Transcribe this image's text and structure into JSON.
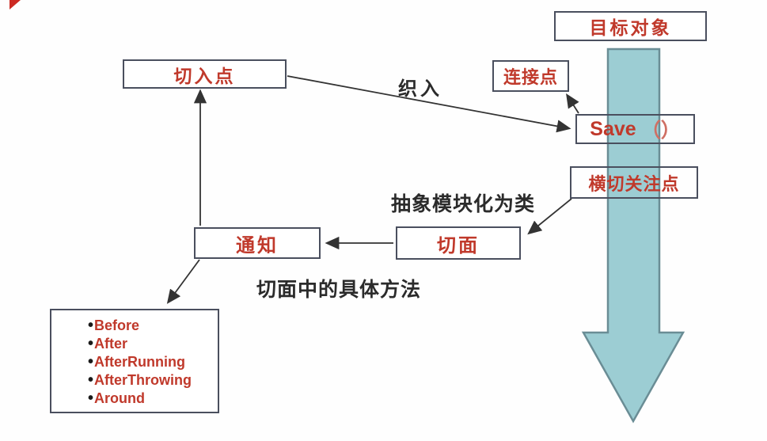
{
  "diagram": {
    "boxes": {
      "target_object": "目标对象",
      "pointcut": "切入点",
      "joinpoint": "连接点",
      "save_label": "Save",
      "save_paren": "（）",
      "crosscutting_concern": "横切关注点",
      "advice": "通知",
      "aspect": "切面"
    },
    "labels": {
      "weaving": "织入",
      "abstract_modularize": "抽象模块化为类",
      "aspect_methods": "切面中的具体方法"
    },
    "advice_list": [
      "Before",
      "After",
      "AfterRunning",
      "AfterThrowing",
      "Around"
    ],
    "colors": {
      "red_text": "#c0392b",
      "box_border": "#4a4f5e",
      "teal_fill": "#9ccdd3",
      "teal_border": "#6a8d95",
      "line_color": "#333333"
    }
  }
}
